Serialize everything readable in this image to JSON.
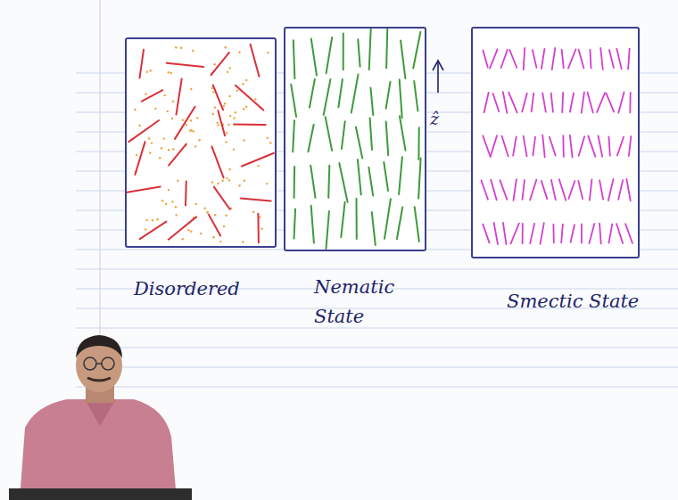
{
  "diagram": {
    "nodes": [
      {
        "text": [
          "Disordered"
        ]
      },
      {
        "text": [
          "Nematic State"
        ]
      },
      {
        "text": [
          "Smectic State"
        ]
      }
    ],
    "labels": [
      "ẑ"
    ]
  }
}
